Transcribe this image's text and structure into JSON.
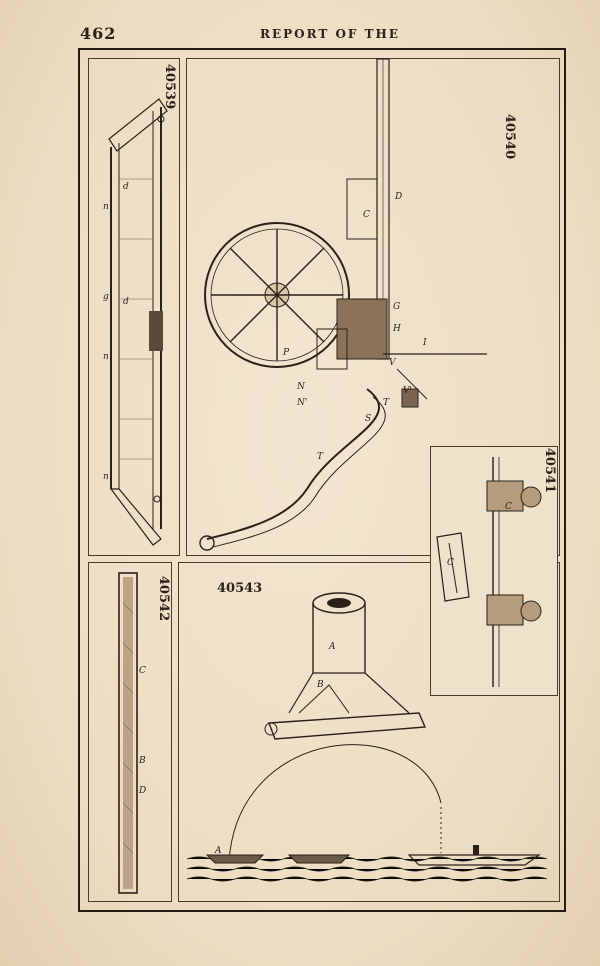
{
  "header": {
    "page_number": "462",
    "running_head": "REPORT OF THE"
  },
  "figures": {
    "fig_40539": {
      "number": "40539",
      "letters": [
        "d",
        "n",
        "g",
        "n",
        "d",
        "n"
      ]
    },
    "fig_40540": {
      "number": "40540",
      "letters": [
        "D",
        "C",
        "G",
        "H",
        "I",
        "P",
        "V",
        "T",
        "S",
        "T",
        "N",
        "N'",
        "V'"
      ]
    },
    "fig_40541": {
      "number": "40541",
      "letters": [
        "C",
        "C"
      ]
    },
    "fig_40542": {
      "number": "40542",
      "letters": [
        "C",
        "B",
        "D"
      ]
    },
    "fig_40543": {
      "number": "40543",
      "letters": [
        "A",
        "A",
        "B"
      ]
    }
  }
}
